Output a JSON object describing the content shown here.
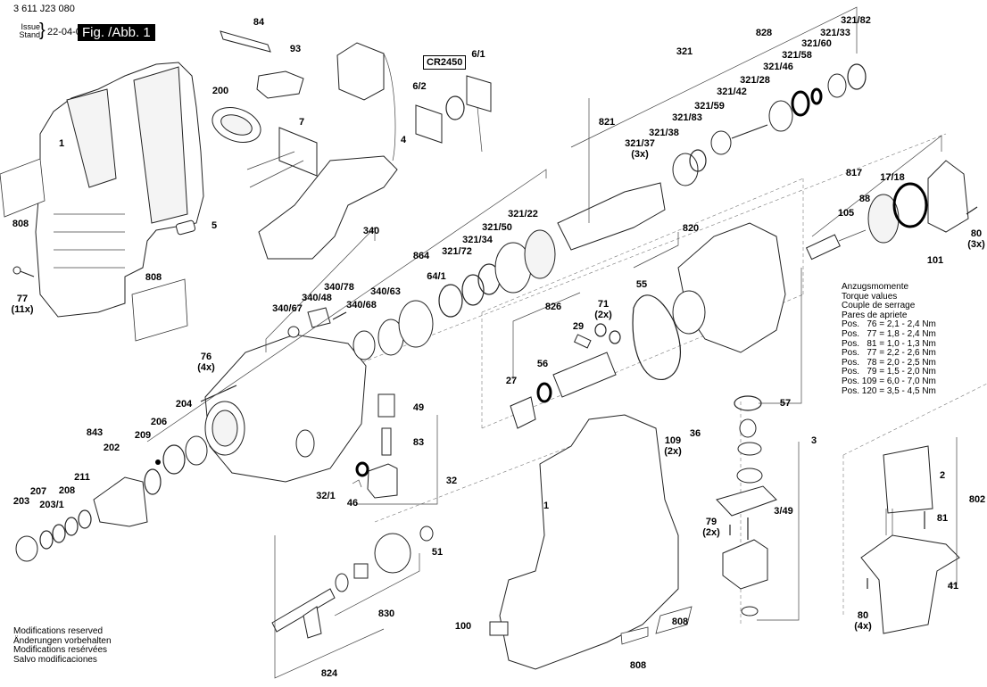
{
  "header": {
    "doc_number": "3 611 J23 080",
    "issue_label": "Issue",
    "stand_label": "Stand",
    "date": "22-04-07",
    "figure": "Fig. /Abb. 1"
  },
  "battery_label": "CR2450",
  "torque_table": {
    "title_lines": [
      "Anzugsmomente",
      "Torque values",
      "Couple de serrage",
      "Pares de apriete"
    ],
    "rows": [
      "Pos.   76 = 2,1 - 2,4 Nm",
      "Pos.   77 = 1,8 - 2,4 Nm",
      "Pos.   81 = 1,0 - 1,3 Nm",
      "Pos.   77 = 2,2 - 2,6 Nm",
      "Pos.   78 = 2,0 - 2,5 Nm",
      "Pos.   79 = 1,5 - 2,0 Nm",
      "Pos. 109 = 6,0 - 7,0 Nm",
      "Pos. 120 = 3,5 - 4,5 Nm"
    ]
  },
  "modifications_note": [
    "Modifications reserved",
    "Änderungen vorbehalten",
    "Modifications resérvées",
    "Salvo modificaciones"
  ],
  "part_labels": [
    {
      "id": "84",
      "qty": ""
    },
    {
      "id": "93",
      "qty": ""
    },
    {
      "id": "200",
      "qty": ""
    },
    {
      "id": "7",
      "qty": ""
    },
    {
      "id": "4",
      "qty": ""
    },
    {
      "id": "6/2",
      "qty": ""
    },
    {
      "id": "6/1",
      "qty": ""
    },
    {
      "id": "1",
      "qty": ""
    },
    {
      "id": "808",
      "qty": ""
    },
    {
      "id": "5",
      "qty": ""
    },
    {
      "id": "77",
      "qty": "(11x)"
    },
    {
      "id": "808",
      "qty": ""
    },
    {
      "id": "321",
      "qty": ""
    },
    {
      "id": "828",
      "qty": ""
    },
    {
      "id": "321/82",
      "qty": ""
    },
    {
      "id": "321/33",
      "qty": ""
    },
    {
      "id": "321/60",
      "qty": ""
    },
    {
      "id": "321/58",
      "qty": ""
    },
    {
      "id": "321/46",
      "qty": ""
    },
    {
      "id": "321/28",
      "qty": ""
    },
    {
      "id": "321/42",
      "qty": ""
    },
    {
      "id": "321/59",
      "qty": ""
    },
    {
      "id": "321/83",
      "qty": ""
    },
    {
      "id": "821",
      "qty": ""
    },
    {
      "id": "321/38",
      "qty": ""
    },
    {
      "id": "321/37",
      "qty": "(3x)"
    },
    {
      "id": "321/22",
      "qty": ""
    },
    {
      "id": "321/50",
      "qty": ""
    },
    {
      "id": "321/34",
      "qty": ""
    },
    {
      "id": "321/72",
      "qty": ""
    },
    {
      "id": "340",
      "qty": ""
    },
    {
      "id": "864",
      "qty": ""
    },
    {
      "id": "64/1",
      "qty": ""
    },
    {
      "id": "340/78",
      "qty": ""
    },
    {
      "id": "340/48",
      "qty": ""
    },
    {
      "id": "340/67",
      "qty": ""
    },
    {
      "id": "340/68",
      "qty": ""
    },
    {
      "id": "340/63",
      "qty": ""
    },
    {
      "id": "817",
      "qty": ""
    },
    {
      "id": "17/18",
      "qty": ""
    },
    {
      "id": "88",
      "qty": ""
    },
    {
      "id": "105",
      "qty": ""
    },
    {
      "id": "101",
      "qty": ""
    },
    {
      "id": "80",
      "qty": "(3x)"
    },
    {
      "id": "820",
      "qty": ""
    },
    {
      "id": "55",
      "qty": ""
    },
    {
      "id": "826",
      "qty": ""
    },
    {
      "id": "71",
      "qty": "(2x)"
    },
    {
      "id": "29",
      "qty": ""
    },
    {
      "id": "56",
      "qty": ""
    },
    {
      "id": "27",
      "qty": ""
    },
    {
      "id": "57",
      "qty": ""
    },
    {
      "id": "76",
      "qty": "(4x)"
    },
    {
      "id": "204",
      "qty": ""
    },
    {
      "id": "206",
      "qty": ""
    },
    {
      "id": "843",
      "qty": ""
    },
    {
      "id": "209",
      "qty": ""
    },
    {
      "id": "202",
      "qty": ""
    },
    {
      "id": "211",
      "qty": ""
    },
    {
      "id": "207",
      "qty": ""
    },
    {
      "id": "208",
      "qty": ""
    },
    {
      "id": "203",
      "qty": ""
    },
    {
      "id": "203/1",
      "qty": ""
    },
    {
      "id": "49",
      "qty": ""
    },
    {
      "id": "83",
      "qty": ""
    },
    {
      "id": "32",
      "qty": ""
    },
    {
      "id": "32/1",
      "qty": ""
    },
    {
      "id": "46",
      "qty": ""
    },
    {
      "id": "109",
      "qty": "(2x)"
    },
    {
      "id": "36",
      "qty": ""
    },
    {
      "id": "3",
      "qty": ""
    },
    {
      "id": "3/49",
      "qty": ""
    },
    {
      "id": "79",
      "qty": "(2x)"
    },
    {
      "id": "1",
      "qty": ""
    },
    {
      "id": "51",
      "qty": ""
    },
    {
      "id": "830",
      "qty": ""
    },
    {
      "id": "824",
      "qty": ""
    },
    {
      "id": "100",
      "qty": ""
    },
    {
      "id": "808",
      "qty": ""
    },
    {
      "id": "808",
      "qty": ""
    },
    {
      "id": "2",
      "qty": ""
    },
    {
      "id": "802",
      "qty": ""
    },
    {
      "id": "81",
      "qty": ""
    },
    {
      "id": "41",
      "qty": ""
    },
    {
      "id": "80",
      "qty": "(4x)"
    }
  ]
}
